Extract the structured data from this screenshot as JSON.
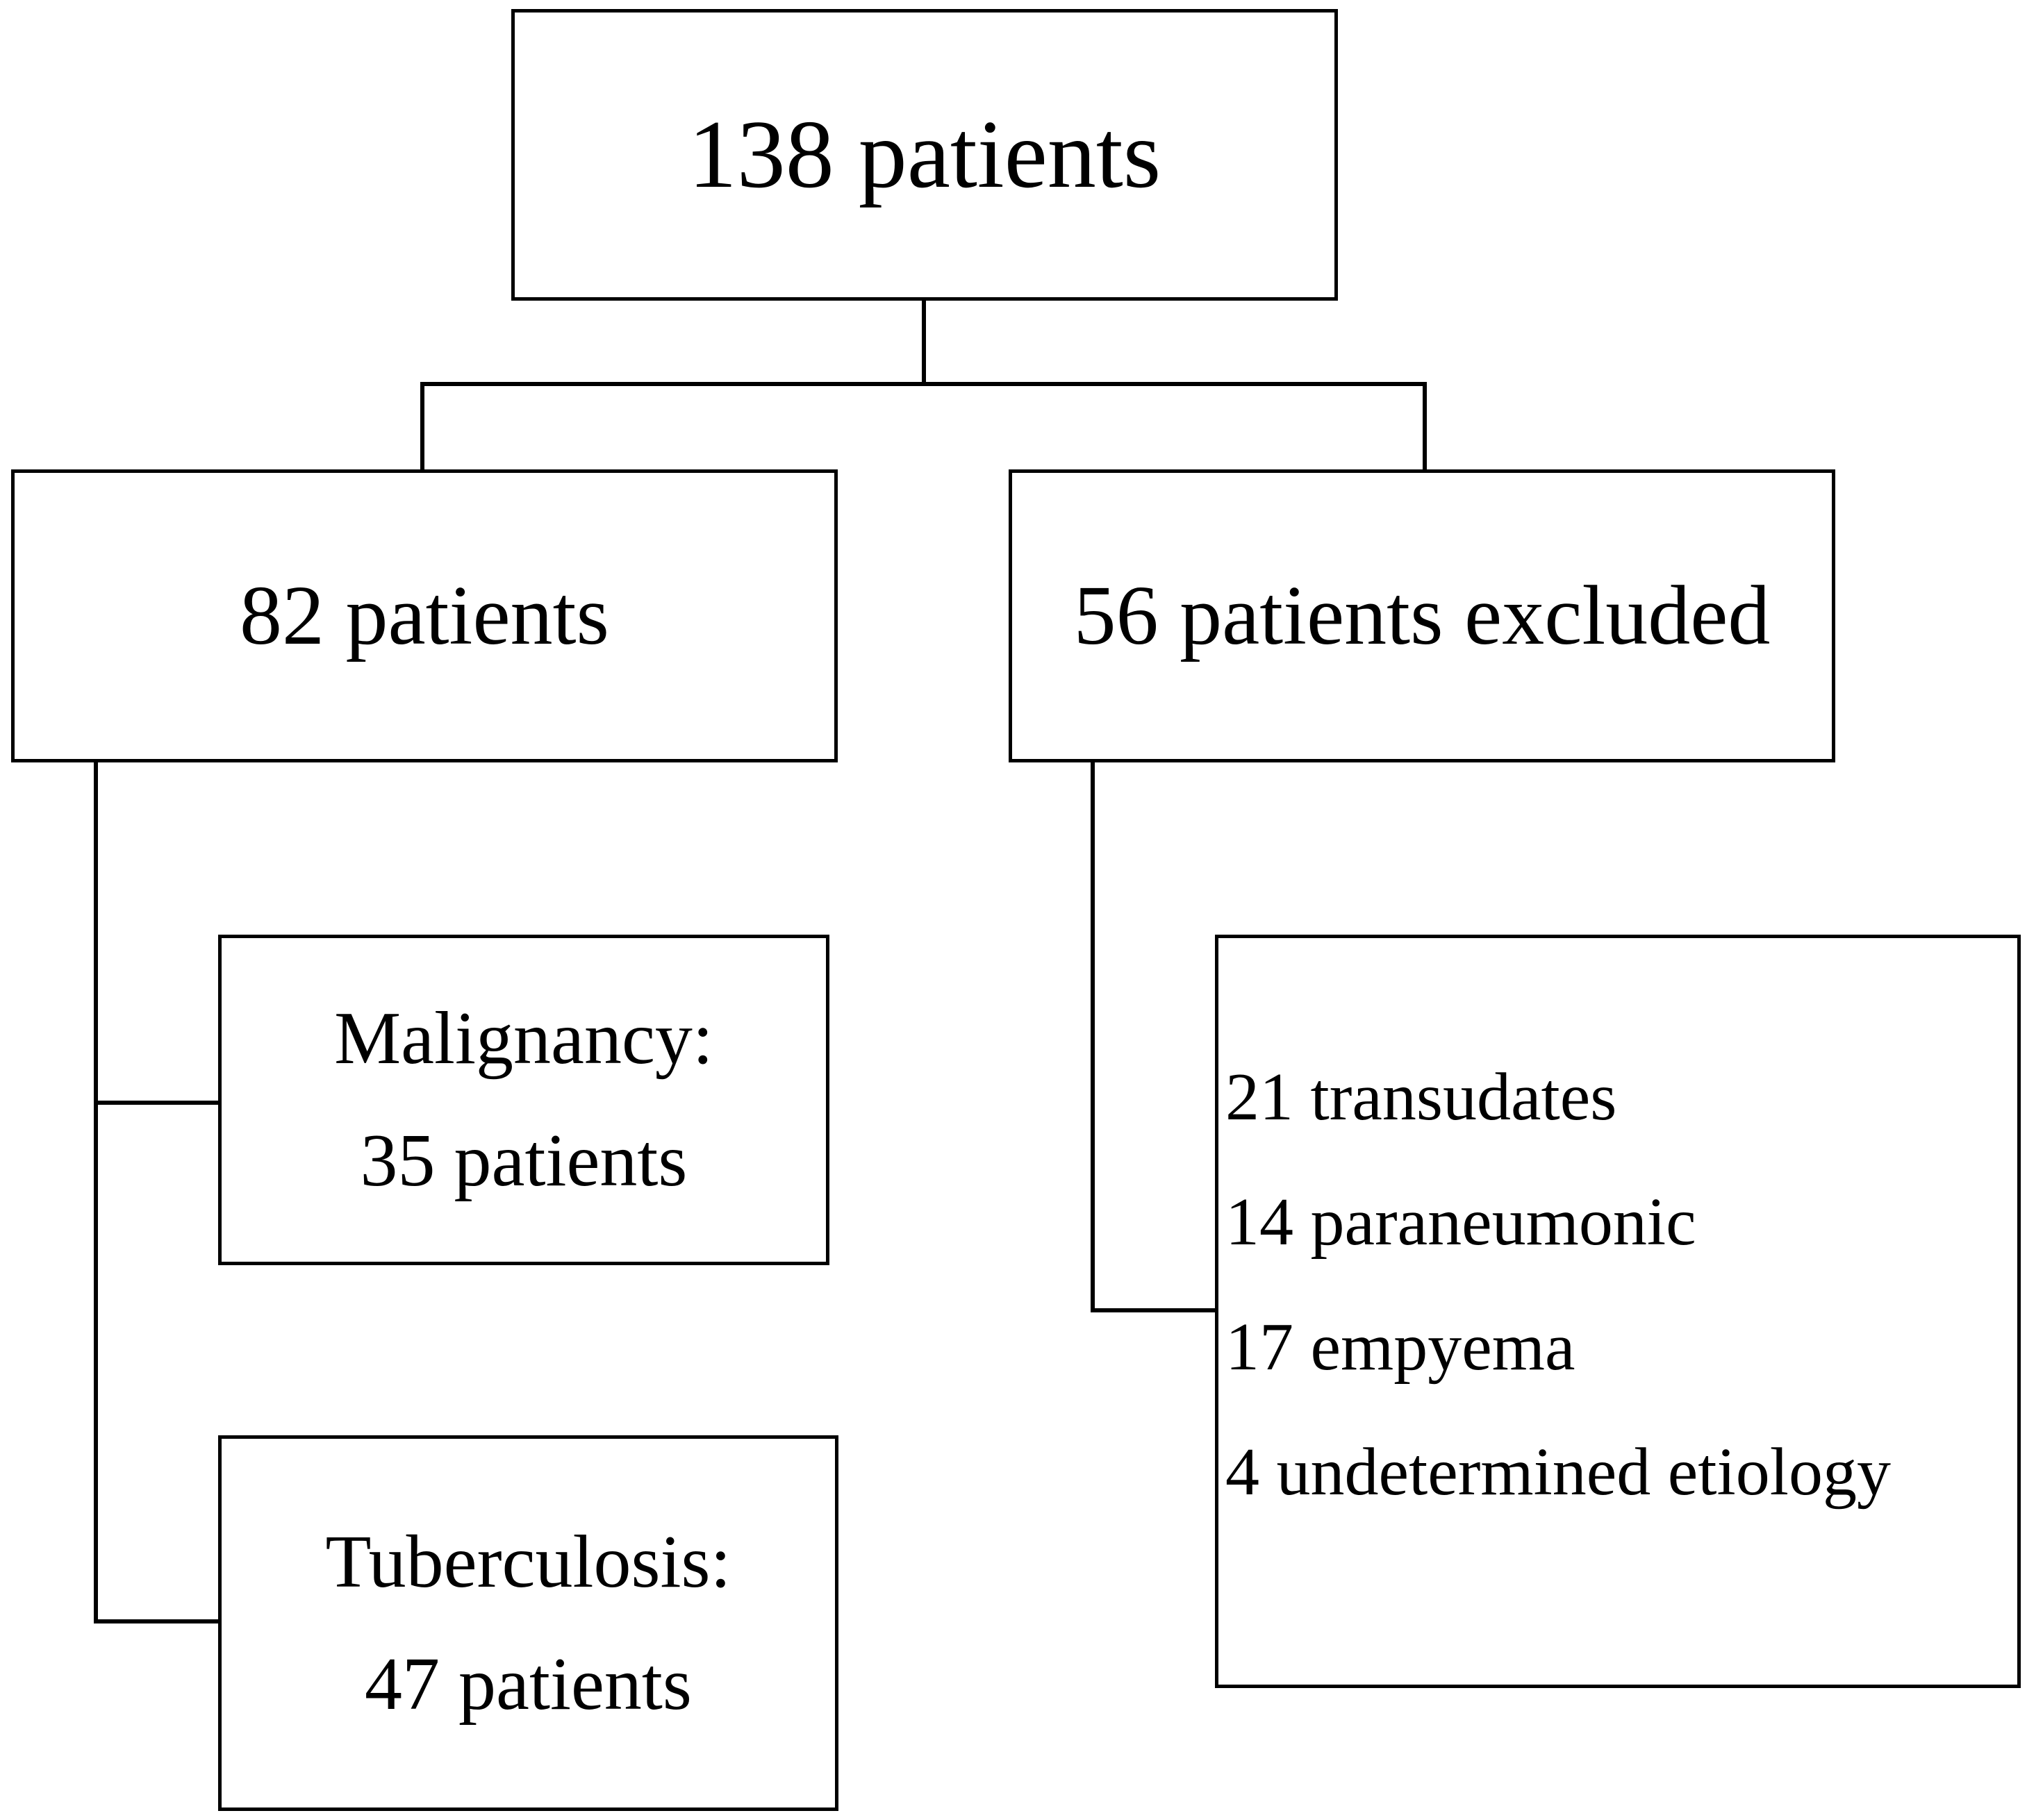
{
  "top": {
    "label": "138 patients"
  },
  "included": {
    "label": "82 patients"
  },
  "excluded": {
    "label": "56 patients excluded"
  },
  "malignancy": {
    "title": "Malignancy:",
    "count": "35 patients"
  },
  "tuberculosis": {
    "title": "Tuberculosis:",
    "count": "47 patients"
  },
  "exclusion_reasons": [
    "21 transudates",
    "14 paraneumonic",
    "17 empyema",
    "4 undetermined etiology"
  ]
}
